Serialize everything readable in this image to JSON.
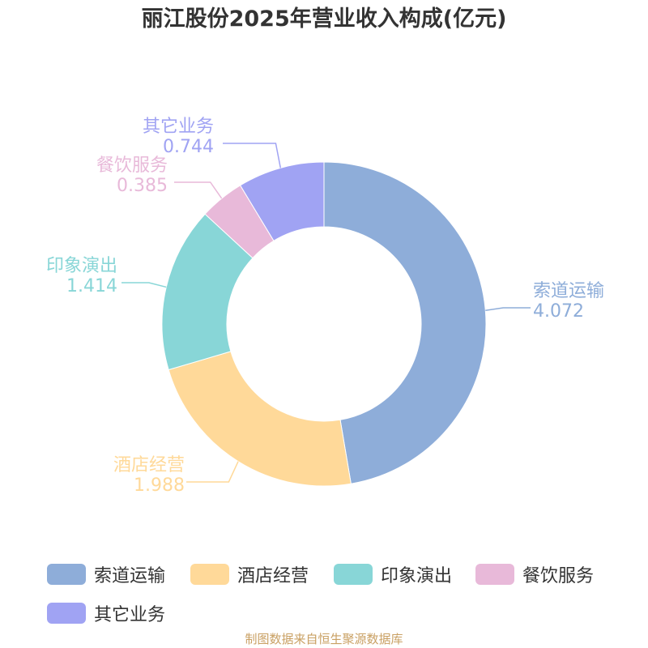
{
  "chart_data": {
    "type": "pie",
    "title": "丽江股份2025年营业收入构成(亿元)",
    "donut": true,
    "legend_placement": "bottom",
    "categories": [
      "索道运输",
      "酒店经营",
      "印象演出",
      "餐饮服务",
      "其它业务"
    ],
    "values": [
      4.072,
      1.988,
      1.414,
      0.385,
      0.744
    ],
    "value_labels": [
      "4.072",
      "1.988",
      "1.414",
      "0.385",
      "0.744"
    ],
    "colors": [
      "#8eadd9",
      "#ffd999",
      "#88d6d7",
      "#e8b9d9",
      "#a0a3f3"
    ]
  },
  "source": "制图数据来自恒生聚源数据库"
}
